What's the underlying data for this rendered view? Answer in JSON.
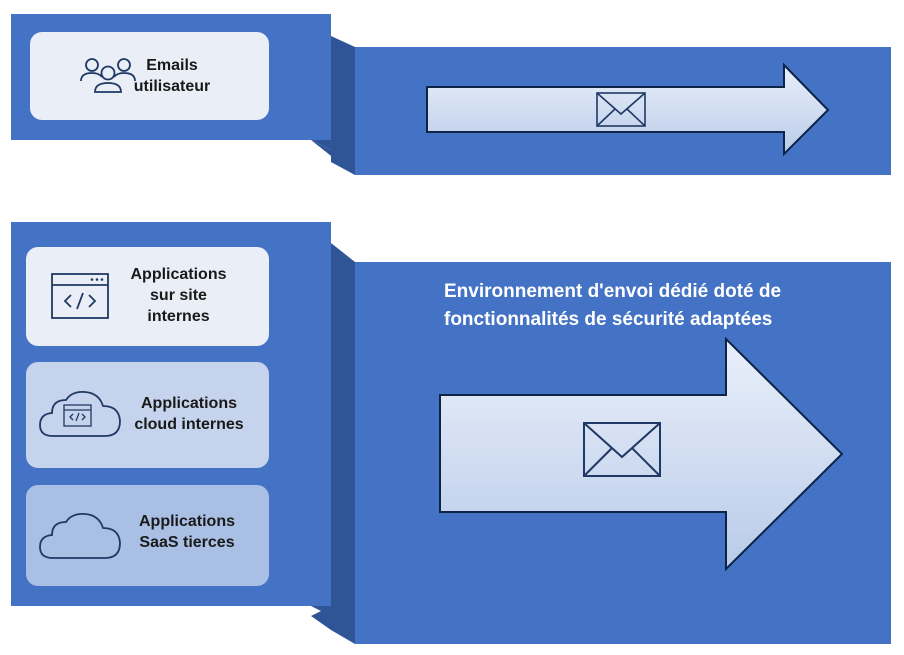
{
  "colors": {
    "panel": "#4472c4",
    "fold": "#2f5597",
    "card_light": "#e9eef7",
    "card_mid": "#c5d3ec",
    "card_dark": "#a9bfe4",
    "arrow_stroke": "#0b2447",
    "icon_stroke": "#203864"
  },
  "top_section": {
    "cards": [
      {
        "label": "Emails\nutilisateur",
        "icon": "users-icon"
      }
    ],
    "arrow_icon": "envelope-icon"
  },
  "bottom_section": {
    "headline": "Environnement d'envoi dédié doté de fonctionnalités de sécurité adaptées",
    "cards": [
      {
        "label": "Applications\nsur site\ninternes",
        "icon": "code-window-icon"
      },
      {
        "label": "Applications\ncloud internes",
        "icon": "cloud-code-icon"
      },
      {
        "label": "Applications\nSaaS tierces",
        "icon": "cloud-icon"
      }
    ],
    "arrow_icon": "envelope-icon"
  }
}
